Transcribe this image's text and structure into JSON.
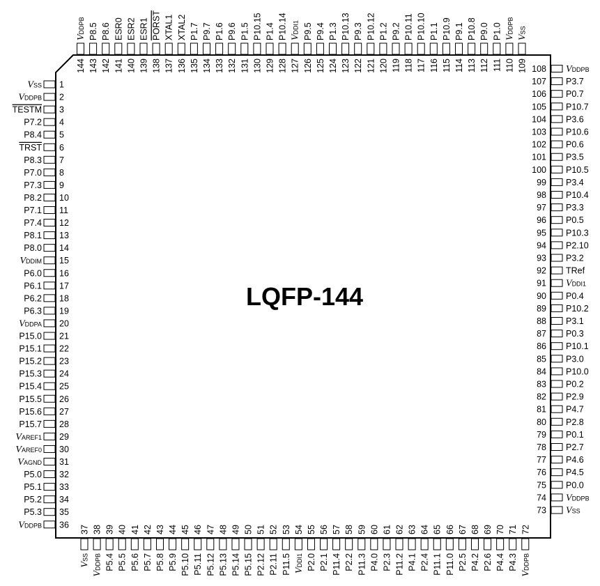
{
  "package_label": "LQFP-144",
  "left_pins": [
    {
      "num": "1",
      "label": "VSS"
    },
    {
      "num": "2",
      "label": "VDDPB"
    },
    {
      "num": "3",
      "label": "TESTM",
      "overline": true
    },
    {
      "num": "4",
      "label": "P7.2"
    },
    {
      "num": "5",
      "label": "P8.4"
    },
    {
      "num": "6",
      "label": "TRST",
      "overline": true
    },
    {
      "num": "7",
      "label": "P8.3"
    },
    {
      "num": "8",
      "label": "P7.0"
    },
    {
      "num": "9",
      "label": "P7.3"
    },
    {
      "num": "10",
      "label": "P8.2"
    },
    {
      "num": "11",
      "label": "P7.1"
    },
    {
      "num": "12",
      "label": "P7.4"
    },
    {
      "num": "13",
      "label": "P8.1"
    },
    {
      "num": "14",
      "label": "P8.0"
    },
    {
      "num": "15",
      "label": "VDDIM"
    },
    {
      "num": "16",
      "label": "P6.0"
    },
    {
      "num": "17",
      "label": "P6.1"
    },
    {
      "num": "18",
      "label": "P6.2"
    },
    {
      "num": "19",
      "label": "P6.3"
    },
    {
      "num": "20",
      "label": "VDDPA"
    },
    {
      "num": "21",
      "label": "P15.0"
    },
    {
      "num": "22",
      "label": "P15.1"
    },
    {
      "num": "23",
      "label": "P15.2"
    },
    {
      "num": "24",
      "label": "P15.3"
    },
    {
      "num": "25",
      "label": "P15.4"
    },
    {
      "num": "26",
      "label": "P15.5"
    },
    {
      "num": "27",
      "label": "P15.6"
    },
    {
      "num": "28",
      "label": "P15.7"
    },
    {
      "num": "29",
      "label": "VAREF1"
    },
    {
      "num": "30",
      "label": "VAREF0"
    },
    {
      "num": "31",
      "label": "VAGND"
    },
    {
      "num": "32",
      "label": "P5.0"
    },
    {
      "num": "33",
      "label": "P5.1"
    },
    {
      "num": "34",
      "label": "P5.2"
    },
    {
      "num": "35",
      "label": "P5.3"
    },
    {
      "num": "36",
      "label": "VDDPB"
    }
  ],
  "bottom_pins": [
    {
      "num": "37",
      "label": "VSS"
    },
    {
      "num": "38",
      "label": "VDDPB"
    },
    {
      "num": "39",
      "label": "P5.4"
    },
    {
      "num": "40",
      "label": "P5.5"
    },
    {
      "num": "41",
      "label": "P5.6"
    },
    {
      "num": "42",
      "label": "P5.7"
    },
    {
      "num": "43",
      "label": "P5.8"
    },
    {
      "num": "44",
      "label": "P5.9"
    },
    {
      "num": "45",
      "label": "P5.10"
    },
    {
      "num": "46",
      "label": "P5.11"
    },
    {
      "num": "47",
      "label": "P5.12"
    },
    {
      "num": "48",
      "label": "P5.13"
    },
    {
      "num": "49",
      "label": "P5.14"
    },
    {
      "num": "50",
      "label": "P5.15"
    },
    {
      "num": "51",
      "label": "P2.12"
    },
    {
      "num": "52",
      "label": "P2.11"
    },
    {
      "num": "53",
      "label": "P11.5"
    },
    {
      "num": "54",
      "label": "VDDI1"
    },
    {
      "num": "55",
      "label": "P2.0"
    },
    {
      "num": "56",
      "label": "P2.1"
    },
    {
      "num": "57",
      "label": "P11.4"
    },
    {
      "num": "58",
      "label": "P2.2"
    },
    {
      "num": "59",
      "label": "P11.3"
    },
    {
      "num": "60",
      "label": "P4.0"
    },
    {
      "num": "61",
      "label": "P2.3"
    },
    {
      "num": "62",
      "label": "P11.2"
    },
    {
      "num": "63",
      "label": "P4.1"
    },
    {
      "num": "64",
      "label": "P2.4"
    },
    {
      "num": "65",
      "label": "P11.1"
    },
    {
      "num": "66",
      "label": "P11.0"
    },
    {
      "num": "67",
      "label": "P2.5"
    },
    {
      "num": "68",
      "label": "P4.2"
    },
    {
      "num": "69",
      "label": "P2.6"
    },
    {
      "num": "70",
      "label": "P4.4"
    },
    {
      "num": "71",
      "label": "P4.3"
    },
    {
      "num": "72",
      "label": "VDDPB"
    }
  ],
  "right_pins": [
    {
      "num": "73",
      "label": "VSS"
    },
    {
      "num": "74",
      "label": "VDDPB"
    },
    {
      "num": "75",
      "label": "P0.0"
    },
    {
      "num": "76",
      "label": "P4.5"
    },
    {
      "num": "77",
      "label": "P4.6"
    },
    {
      "num": "78",
      "label": "P2.7"
    },
    {
      "num": "79",
      "label": "P0.1"
    },
    {
      "num": "80",
      "label": "P2.8"
    },
    {
      "num": "81",
      "label": "P4.7"
    },
    {
      "num": "82",
      "label": "P2.9"
    },
    {
      "num": "83",
      "label": "P0.2"
    },
    {
      "num": "84",
      "label": "P10.0"
    },
    {
      "num": "85",
      "label": "P3.0"
    },
    {
      "num": "86",
      "label": "P10.1"
    },
    {
      "num": "87",
      "label": "P0.3"
    },
    {
      "num": "88",
      "label": "P3.1"
    },
    {
      "num": "89",
      "label": "P10.2"
    },
    {
      "num": "90",
      "label": "P0.4"
    },
    {
      "num": "91",
      "label": "VDDI1"
    },
    {
      "num": "92",
      "label": "TRef"
    },
    {
      "num": "93",
      "label": "P3.2"
    },
    {
      "num": "94",
      "label": "P2.10"
    },
    {
      "num": "95",
      "label": "P10.3"
    },
    {
      "num": "96",
      "label": "P0.5"
    },
    {
      "num": "97",
      "label": "P3.3"
    },
    {
      "num": "98",
      "label": "P10.4"
    },
    {
      "num": "99",
      "label": "P3.4"
    },
    {
      "num": "100",
      "label": "P10.5"
    },
    {
      "num": "101",
      "label": "P3.5"
    },
    {
      "num": "102",
      "label": "P0.6"
    },
    {
      "num": "103",
      "label": "P10.6"
    },
    {
      "num": "104",
      "label": "P3.6"
    },
    {
      "num": "105",
      "label": "P10.7"
    },
    {
      "num": "106",
      "label": "P0.7"
    },
    {
      "num": "107",
      "label": "P3.7"
    },
    {
      "num": "108",
      "label": "VDDPB"
    }
  ],
  "top_pins": [
    {
      "num": "109",
      "label": "VSS"
    },
    {
      "num": "110",
      "label": "VDDPB"
    },
    {
      "num": "111",
      "label": "P1.0"
    },
    {
      "num": "112",
      "label": "P9.0"
    },
    {
      "num": "113",
      "label": "P10.8"
    },
    {
      "num": "114",
      "label": "P9.1"
    },
    {
      "num": "115",
      "label": "P10.9"
    },
    {
      "num": "116",
      "label": "P1.1"
    },
    {
      "num": "117",
      "label": "P10.10"
    },
    {
      "num": "118",
      "label": "P10.11"
    },
    {
      "num": "119",
      "label": "P9.2"
    },
    {
      "num": "120",
      "label": "P1.2"
    },
    {
      "num": "121",
      "label": "P10.12"
    },
    {
      "num": "122",
      "label": "P9.3"
    },
    {
      "num": "123",
      "label": "P10.13"
    },
    {
      "num": "124",
      "label": "P1.3"
    },
    {
      "num": "125",
      "label": "P9.4"
    },
    {
      "num": "126",
      "label": "P9.5"
    },
    {
      "num": "127",
      "label": "VDDI1"
    },
    {
      "num": "128",
      "label": "P10.14"
    },
    {
      "num": "129",
      "label": "P1.4"
    },
    {
      "num": "130",
      "label": "P10.15"
    },
    {
      "num": "131",
      "label": "P1.5"
    },
    {
      "num": "132",
      "label": "P9.6"
    },
    {
      "num": "133",
      "label": "P1.6"
    },
    {
      "num": "134",
      "label": "P9.7"
    },
    {
      "num": "135",
      "label": "P1.7"
    },
    {
      "num": "136",
      "label": "XTAL2"
    },
    {
      "num": "137",
      "label": "XTAL1"
    },
    {
      "num": "138",
      "label": "PORST",
      "overline": true
    },
    {
      "num": "139",
      "label": "ESR1"
    },
    {
      "num": "140",
      "label": "ESR2"
    },
    {
      "num": "141",
      "label": "ESR0"
    },
    {
      "num": "142",
      "label": "P8.6"
    },
    {
      "num": "143",
      "label": "P8.5"
    },
    {
      "num": "144",
      "label": "VDDPB"
    }
  ]
}
